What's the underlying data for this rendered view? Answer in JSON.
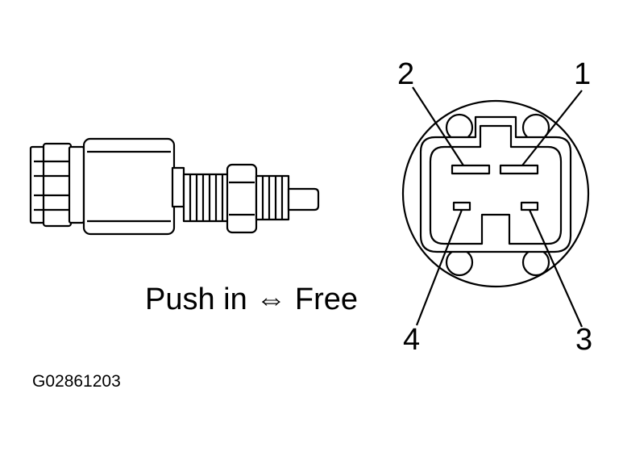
{
  "diagram": {
    "action_caption": "Push in ⇔ Free",
    "figure_code": "G02861203",
    "pins": [
      {
        "number": "1"
      },
      {
        "number": "2"
      },
      {
        "number": "3"
      },
      {
        "number": "4"
      }
    ]
  }
}
